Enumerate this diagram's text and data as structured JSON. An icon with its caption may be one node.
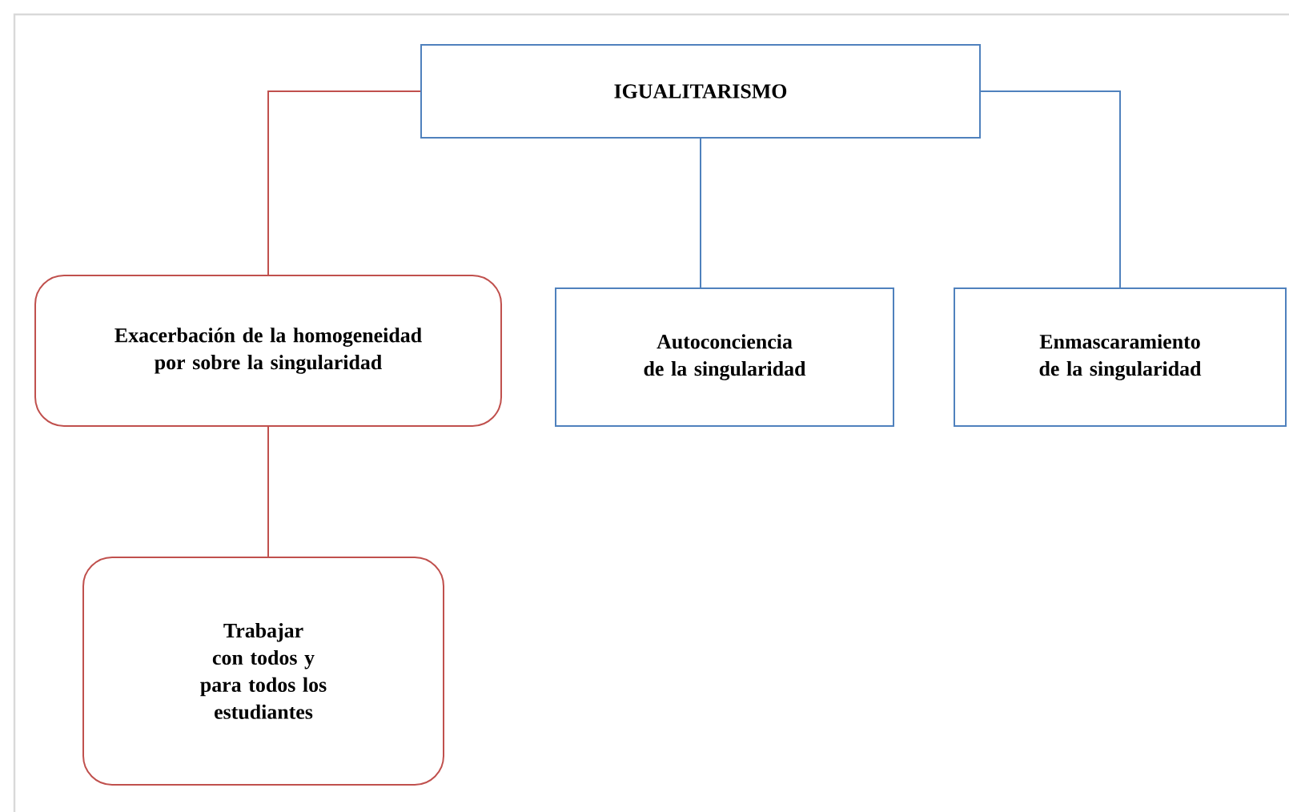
{
  "diagram": {
    "nodes": [
      {
        "text": [
          "IGUALITARISMO"
        ]
      },
      {
        "text": [
          "Exacerbación de la homogeneidad por sobre la singularidad"
        ]
      },
      {
        "text": [
          "Autoconciencia de la singularidad"
        ]
      },
      {
        "text": [
          "Enmascaramiento de la singularidad"
        ]
      },
      {
        "text": [
          "Trabajar con todos y para todos los estudiantes"
        ]
      }
    ],
    "edges": [
      {
        "from": 0,
        "to": 1,
        "arrow": "none",
        "color": "#c0504d"
      },
      {
        "from": 0,
        "to": 2,
        "arrow": "none",
        "color": "#4f81bd"
      },
      {
        "from": 0,
        "to": 3,
        "arrow": "none",
        "color": "#4f81bd"
      },
      {
        "from": 1,
        "to": 4,
        "arrow": "none",
        "color": "#c0504d"
      }
    ]
  }
}
